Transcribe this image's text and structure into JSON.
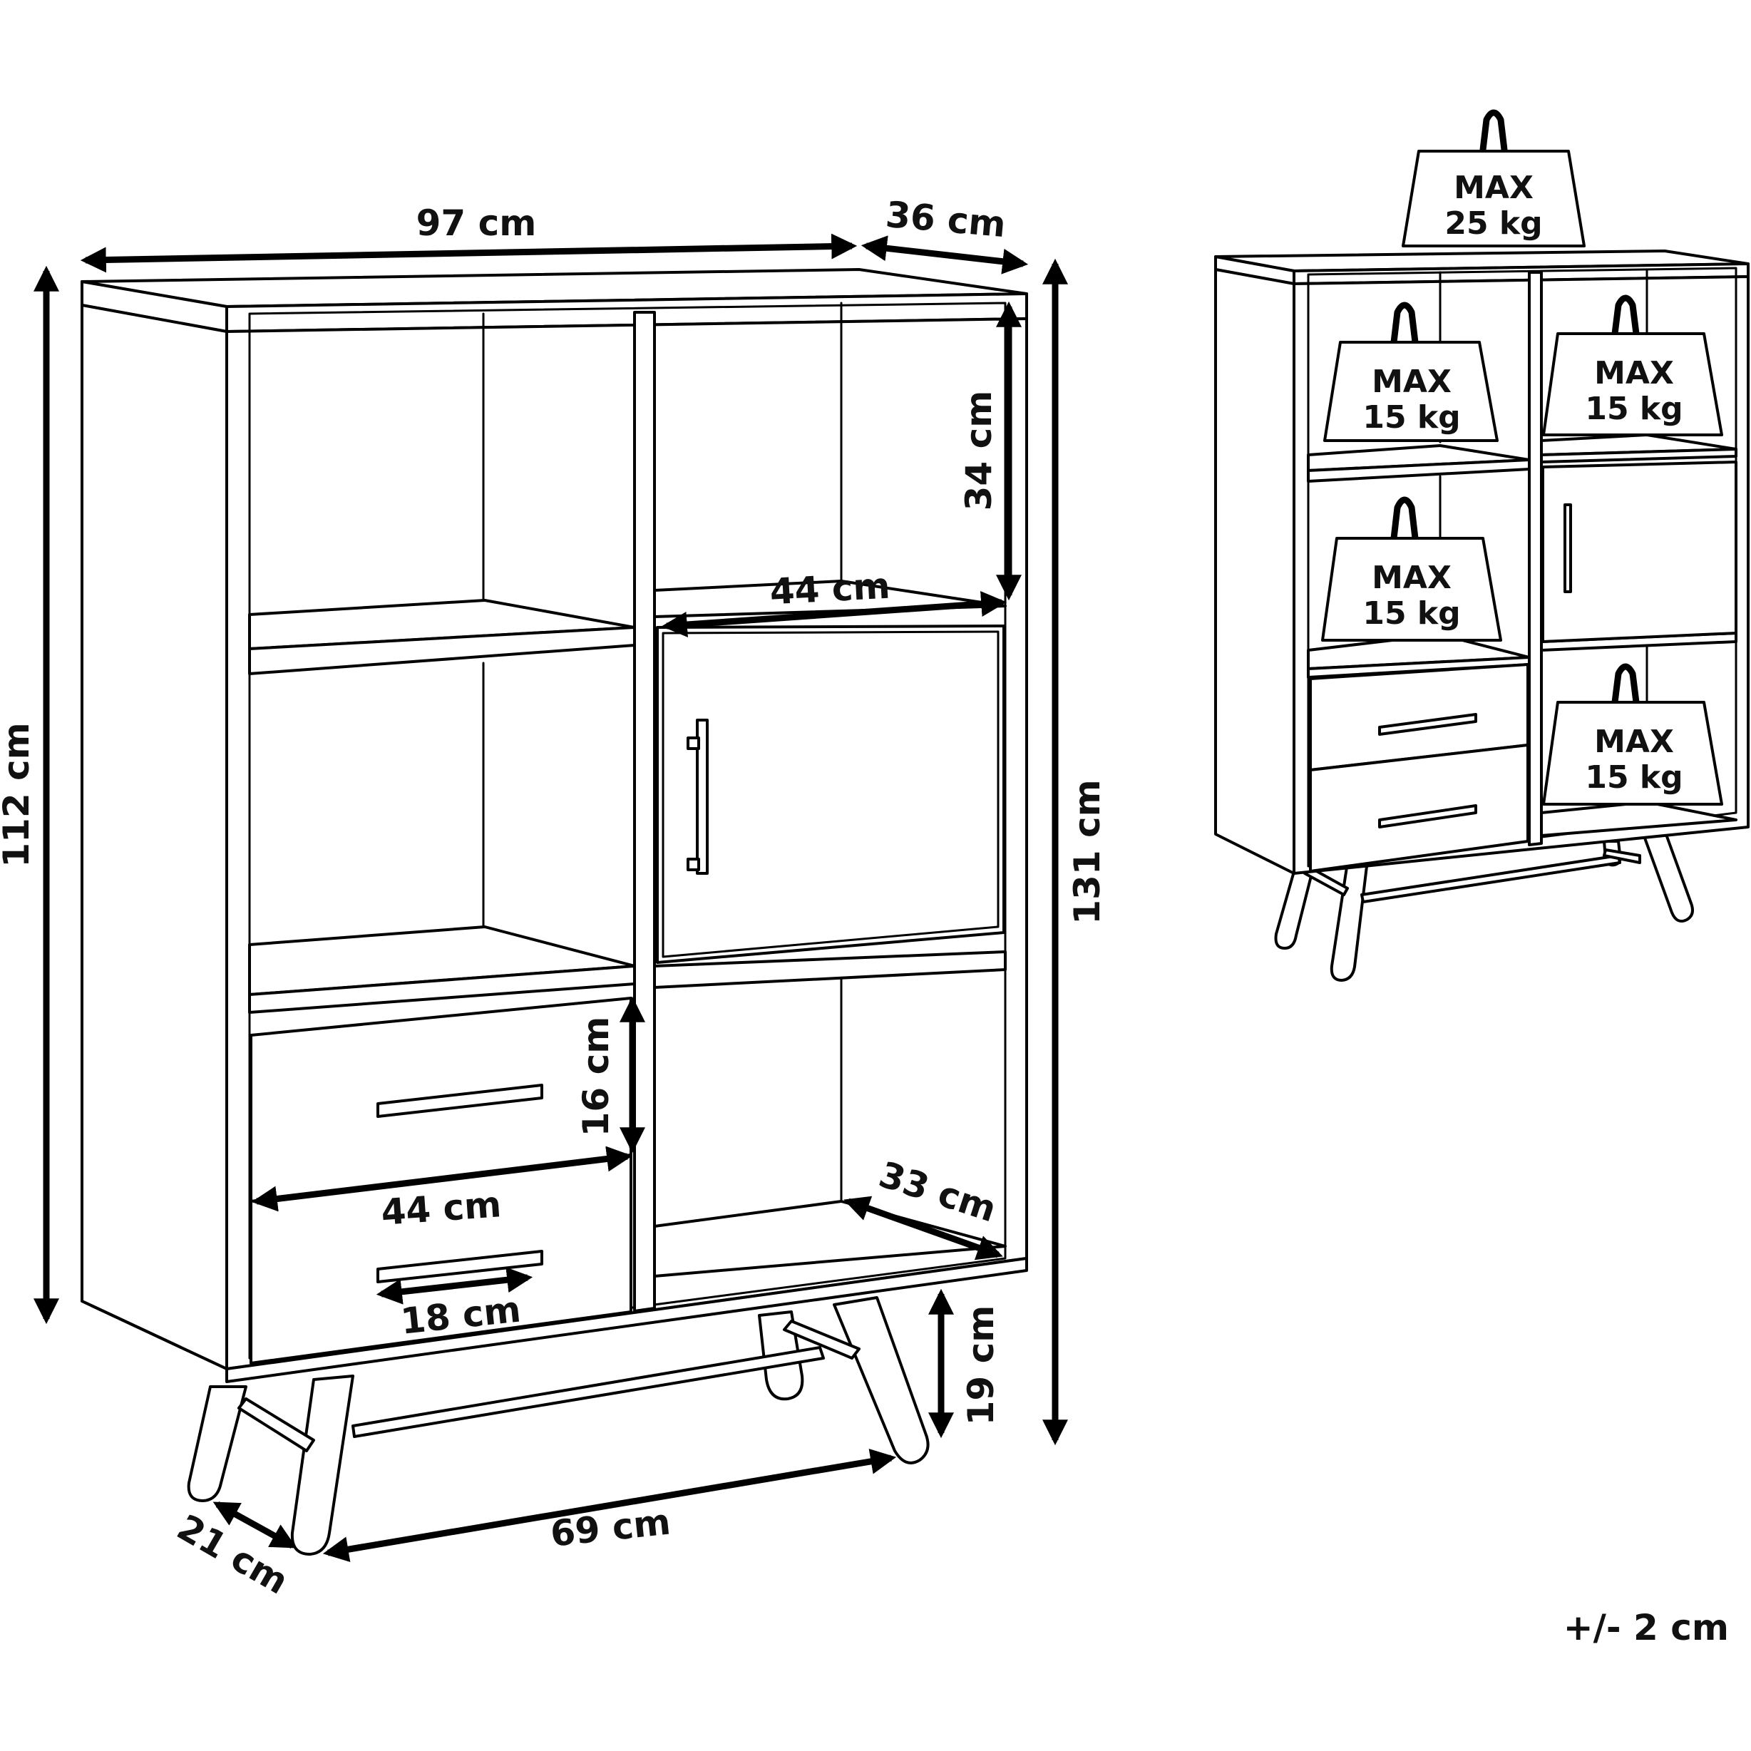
{
  "dimensions": {
    "width": "97 cm",
    "depth": "36 cm",
    "body_height": "112 cm",
    "total_height": "131 cm",
    "compartment_height": "34 cm",
    "door_width": "44 cm",
    "drawer_height": "16 cm",
    "drawer_width": "44 cm",
    "inner_depth": "33 cm",
    "handle_length": "18 cm",
    "leg_height": "19 cm",
    "leg_depth": "21 cm",
    "leg_span": "69 cm"
  },
  "load_limits": {
    "top_max_label": "MAX",
    "top_max_value": "25 kg",
    "shelf_top_left_label": "MAX",
    "shelf_top_left_value": "15 kg",
    "shelf_top_right_label": "MAX",
    "shelf_top_right_value": "15 kg",
    "shelf_mid_left_label": "MAX",
    "shelf_mid_left_value": "15 kg",
    "shelf_bottom_right_label": "MAX",
    "shelf_bottom_right_value": "15 kg"
  },
  "tolerance": "+/- 2 cm"
}
